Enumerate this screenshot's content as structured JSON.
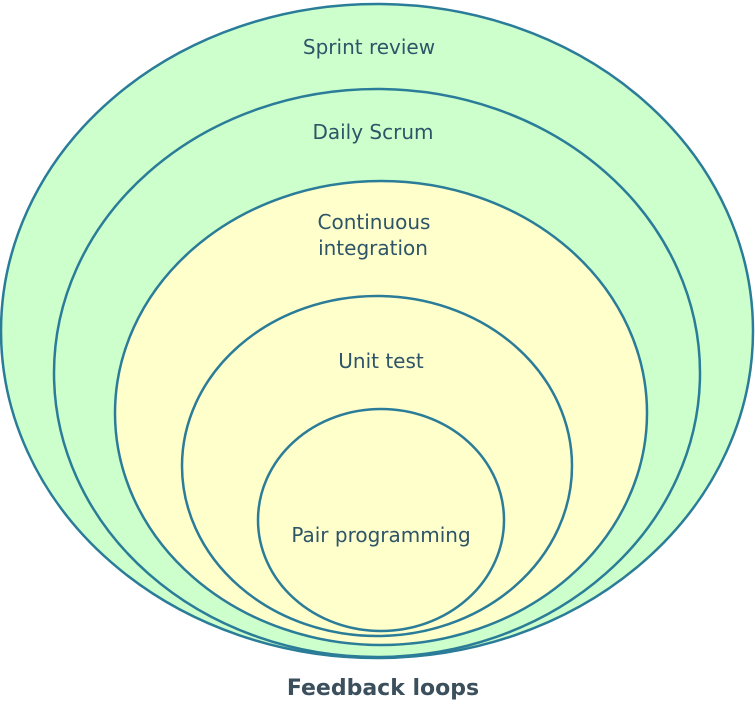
{
  "colors": {
    "outer_fill": "#ccffcc",
    "inner_fill": "#ffffcc",
    "stroke": "#2a7c98",
    "text": "#2e5468",
    "caption": "#3b4f5c"
  },
  "loops": {
    "sprint_review": "Sprint review",
    "daily_scrum": "Daily Scrum",
    "continuous_integration_line1": "Continuous",
    "continuous_integration_line2": "integration",
    "unit_test": "Unit test",
    "pair_programming": "Pair programming"
  },
  "caption": "Feedback loops"
}
